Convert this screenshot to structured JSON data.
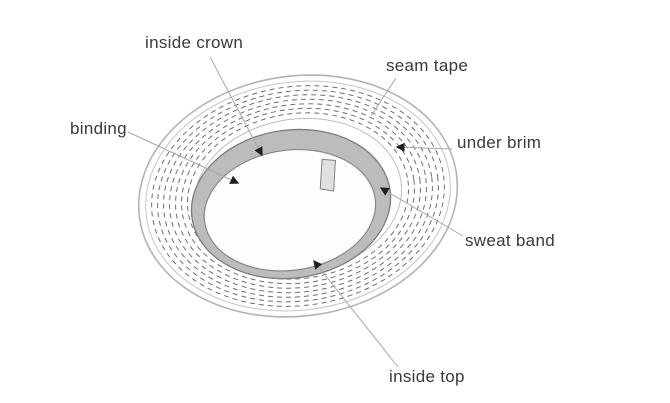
{
  "diagram": {
    "subject": "hat interior parts diagram (view from underneath)",
    "labels": {
      "inside_crown": "inside crown",
      "seam_tape": "seam tape",
      "binding": "binding",
      "under_brim": "under brim",
      "sweat_band": "sweat band",
      "inside_top": "inside top"
    },
    "colors": {
      "background": "#ffffff",
      "text": "#3a3a3a",
      "leader_line": "#a8a8a8",
      "arrowhead": "#1e1e1e",
      "brim_outline": "#b3b3b3",
      "stitch_line": "#6f6f6f",
      "sweat_band_fill": "#bcbcbc",
      "sweat_band_edge": "#7d7d7d",
      "inside_top_fill": "#fdfdfd"
    }
  }
}
